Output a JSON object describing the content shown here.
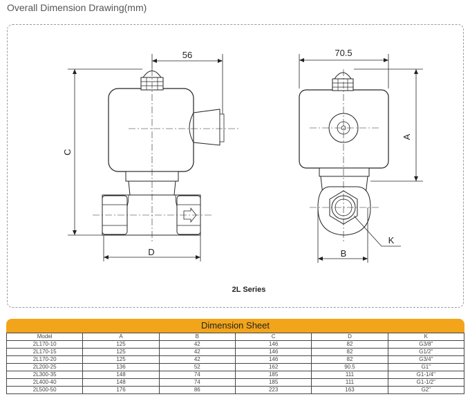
{
  "page": {
    "title": "Overall Dimension Drawing(mm)"
  },
  "drawing": {
    "series_caption": "2L Series",
    "front_view": {
      "dim_top": "56",
      "dim_height_label": "C",
      "dim_bottom_label": "D"
    },
    "side_view": {
      "dim_top": "70.5",
      "dim_height_label": "A",
      "dim_bottom_label": "B",
      "callout_label": "K"
    }
  },
  "sheet": {
    "title": "Dimension Sheet",
    "columns": [
      "Model",
      "A",
      "B",
      "C",
      "D",
      "K"
    ],
    "rows": [
      [
        "2L170-10",
        "125",
        "42",
        "146",
        "82",
        "G3/8\""
      ],
      [
        "2L170-15",
        "125",
        "42",
        "146",
        "82",
        "G1/2\""
      ],
      [
        "2L170-20",
        "125",
        "42",
        "146",
        "82",
        "G3/4\""
      ],
      [
        "2L200-25",
        "136",
        "52",
        "162",
        "90.5",
        "G1\""
      ],
      [
        "2L300-35",
        "148",
        "74",
        "185",
        "111",
        "G1-1/4\""
      ],
      [
        "2L400-40",
        "148",
        "74",
        "185",
        "111",
        "G1-1/2\""
      ],
      [
        "2L500-50",
        "176",
        "86",
        "223",
        "163",
        "G2\""
      ]
    ]
  }
}
